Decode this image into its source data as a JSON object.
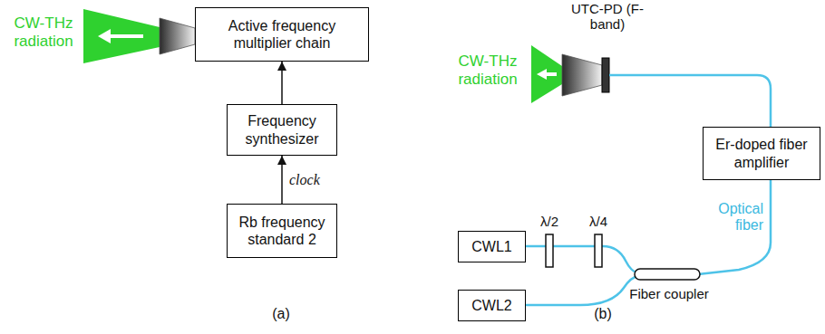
{
  "diagram": {
    "nodes": [
      {
        "text": [
          "Active frequency multiplier chain"
        ]
      },
      {
        "text": [
          "Frequency synthesizer"
        ]
      },
      {
        "text": [
          "Rb frequency standard 2"
        ]
      },
      {
        "text": [
          "Er-doped fiber amplifier"
        ]
      },
      {
        "text": [
          "CWL1"
        ]
      },
      {
        "text": [
          "CWL2"
        ]
      }
    ],
    "edges": [
      {
        "from": 1,
        "to": 0,
        "arrow": "to"
      },
      {
        "from": 2,
        "to": 1,
        "label": "clock",
        "arrow": "to"
      }
    ],
    "labels": [
      "CW-THz radiation",
      "(a)",
      "UTC-PD (F-band)",
      "CW-THz radiation",
      "λ/2",
      "λ/4",
      "Optical fiber",
      "Fiber coupler",
      "(b)"
    ]
  }
}
